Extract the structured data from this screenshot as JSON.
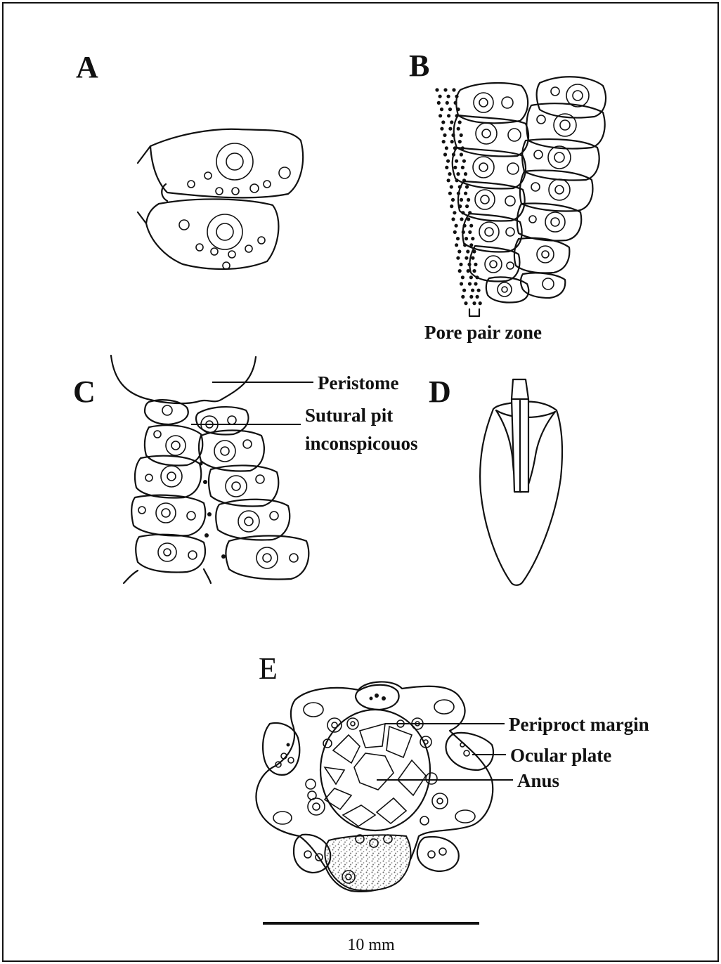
{
  "panels": {
    "a": {
      "letter": "A"
    },
    "b": {
      "letter": "B",
      "label": "Pore pair zone"
    },
    "c": {
      "letter": "C",
      "peristome": "Peristome",
      "sutural_pit_line1": "Sutural pit",
      "sutural_pit_line2": "inconspicouos"
    },
    "d": {
      "letter": "D"
    },
    "e": {
      "letter": "E",
      "periproct_margin": "Periproct margin",
      "ocular_plate": "Ocular plate",
      "anus": "Anus"
    }
  },
  "scale_bar": {
    "label": "10 mm"
  }
}
